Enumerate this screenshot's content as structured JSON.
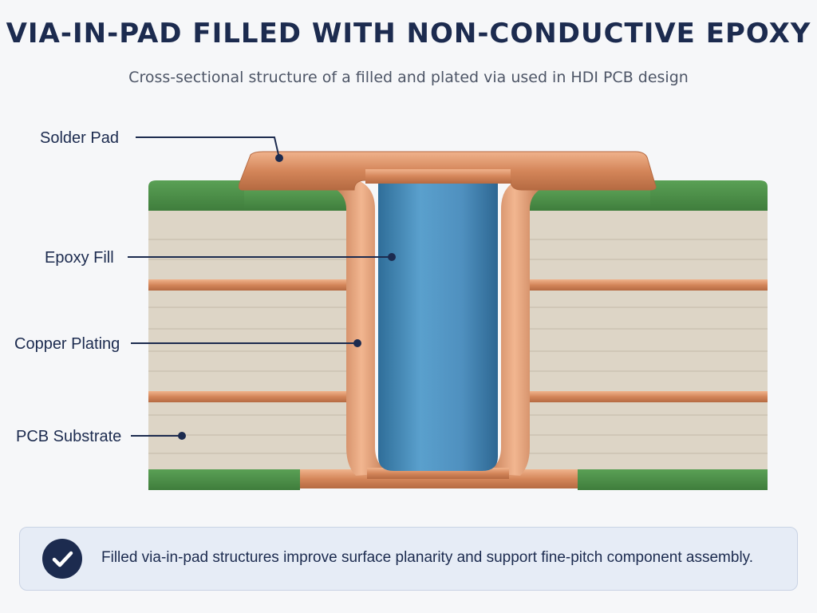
{
  "title": "VIA-IN-PAD FILLED WITH NON-CONDUCTIVE EPOXY",
  "subtitle": "Cross-sectional structure of a filled and plated via used in HDI PCB design",
  "labels": {
    "solder_pad": "Solder Pad",
    "epoxy_fill": "Epoxy Fill",
    "copper_plating": "Copper Plating",
    "pcb_substrate": "PCB Substrate"
  },
  "note": {
    "icon": "check-circle-icon",
    "text": "Filled via-in-pad structures improve surface planarity and support fine-pitch component assembly."
  },
  "colors": {
    "title": "#1c2b4f",
    "copper": "#d4865a",
    "epoxy": "#4f90bf",
    "solder_mask": "#4a8a46",
    "substrate": "#ddd5c6",
    "note_background": "#e6ecf6"
  }
}
